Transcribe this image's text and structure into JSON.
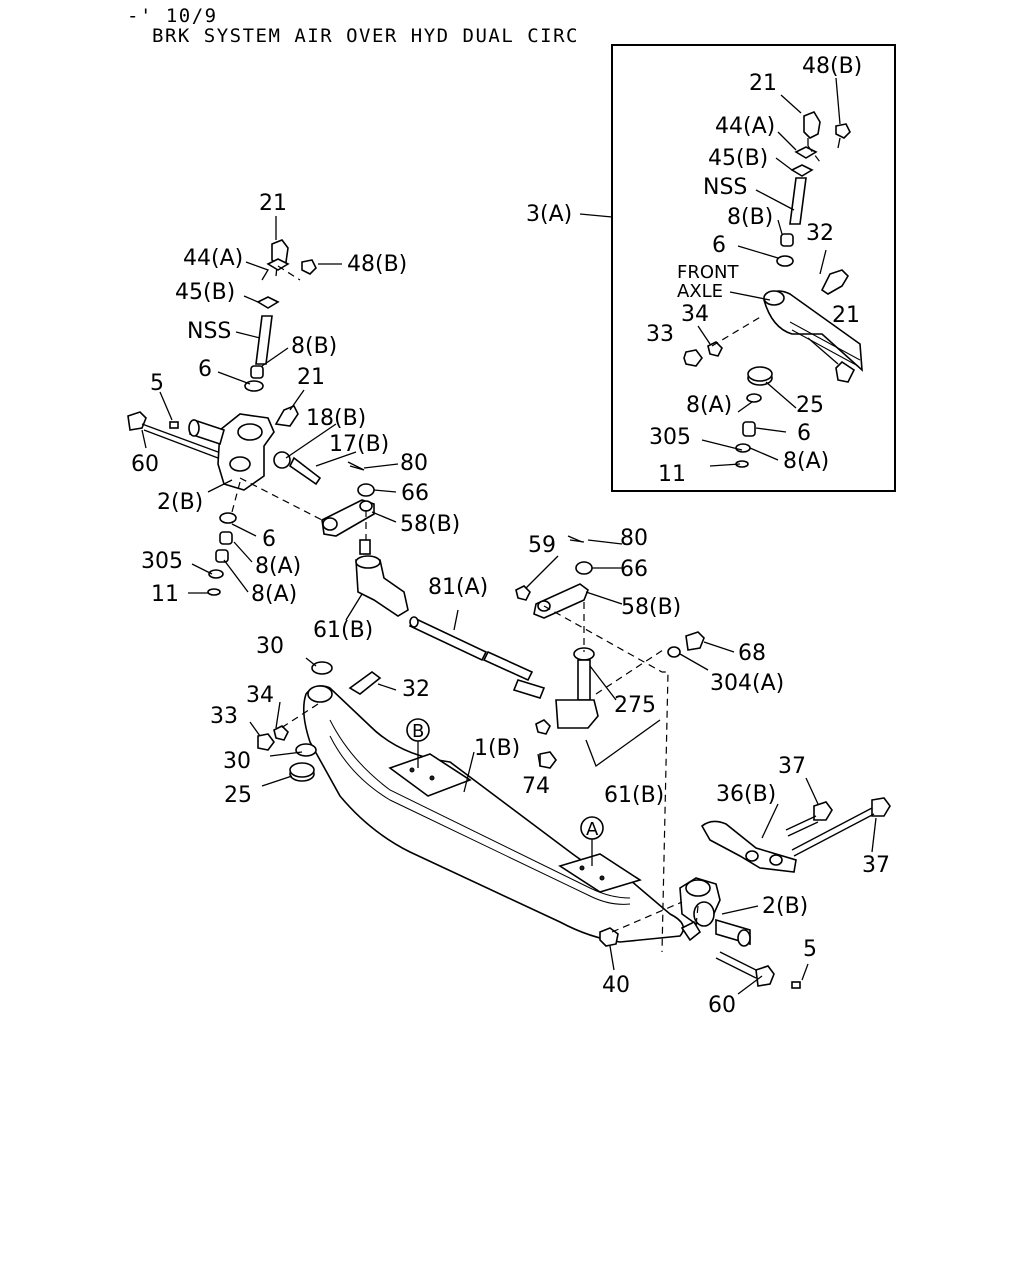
{
  "header": {
    "line1": "-' 10/9",
    "line2": "BRK SYSTEM AIR OVER HYD DUAL CIRC"
  },
  "inset": {
    "ref_label": "3(A)",
    "labels": {
      "l48b": "48(B)",
      "l21a": "21",
      "l44a": "44(A)",
      "l45b": "45(B)",
      "nss": "NSS",
      "l8b": "8(B)",
      "l6a": "6",
      "l32": "32",
      "front": "FRONT",
      "axle": "AXLE",
      "l34": "34",
      "l33": "33",
      "l21b": "21",
      "l8a1": "8(A)",
      "l25": "25",
      "l305": "305",
      "l6b": "6",
      "l11": "11",
      "l8a2": "8(A)"
    }
  },
  "left_group": {
    "l21a": "21",
    "l44a": "44(A)",
    "l48b": "48(B)",
    "l45b": "45(B)",
    "nss": "NSS",
    "l8b": "8(B)",
    "l6a": "6",
    "l21b": "21",
    "l5": "5",
    "l18b": "18(B)",
    "l17b": "17(B)",
    "l80": "80",
    "l60": "60",
    "l66": "66",
    "l2b": "2(B)",
    "l58b": "58(B)",
    "l6b": "6",
    "l8a1": "8(A)",
    "l305": "305",
    "l11": "11",
    "l8a2": "8(A)",
    "l61b": "61(B)"
  },
  "center_group": {
    "l81a": "81(A)",
    "l59": "59",
    "l80": "80",
    "l66": "66",
    "l58b": "58(B)",
    "l68": "68",
    "l304a": "304(A)",
    "l275": "275",
    "l74": "74",
    "l61b": "61(B)",
    "l30a": "30",
    "l32": "32",
    "l34": "34",
    "l33": "33",
    "l30b": "30",
    "l25": "25",
    "l1b": "1(B)",
    "markB": "B",
    "markA": "A"
  },
  "right_group": {
    "l37a": "37",
    "l36b": "36(B)",
    "l37b": "37",
    "l2b": "2(B)",
    "l5": "5",
    "l40": "40",
    "l60": "60"
  }
}
